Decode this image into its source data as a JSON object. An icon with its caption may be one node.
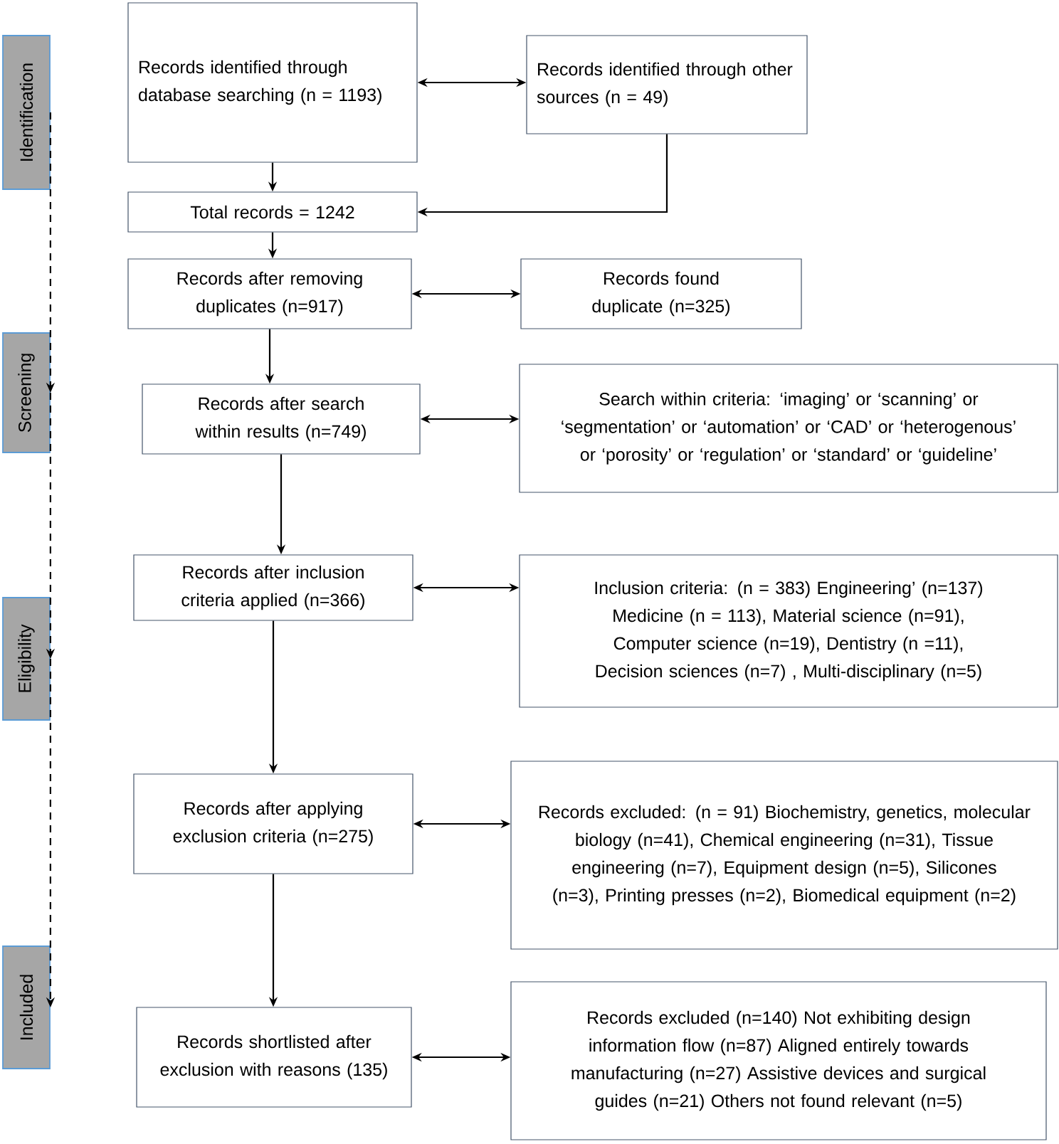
{
  "diagram": {
    "nodes": [
      {
        "text": [
          "Identification"
        ]
      },
      {
        "text": [
          "Screening"
        ]
      },
      {
        "text": [
          "Eligibility"
        ]
      },
      {
        "text": [
          "Included"
        ]
      },
      {
        "text": [
          "Records identified through database searching (n = 1193)"
        ]
      },
      {
        "text": [
          "Records identified through other sources (n = 49)"
        ]
      },
      {
        "text": [
          "Total records = 1242"
        ]
      },
      {
        "text": [
          "Records after removing duplicates (n=917)"
        ]
      },
      {
        "text": [
          "Records found duplicate (n=325)"
        ]
      },
      {
        "text": [
          "Records after search within results (n=749)"
        ]
      },
      {
        "text": [
          "Search within criteria: ‘imaging’ or ‘scanning’ or ‘segmentation’ or ‘automation’ or ‘CAD’ or ‘heterogenous’ or ‘porosity’ or ‘regulation’ or ‘standard’ or ‘guideline’"
        ]
      },
      {
        "text": [
          "Records after inclusion criteria applied (n=366)"
        ]
      },
      {
        "text": [
          "Inclusion criteria: (n = 383) Engineering’ (n=137) Medicine (n = 113), Material science (n=91), Computer science (n=19), Dentistry (n =11), Decision sciences (n=7) , Multi-disciplinary (n=5)"
        ]
      },
      {
        "text": [
          "Records after applying exclusion criteria (n=275)"
        ]
      },
      {
        "text": [
          "Records excluded: (n = 91) Biochemistry, genetics, molecular biology (n=41), Chemical engineering (n=31), Tissue engineering (n=7), Equipment design (n=5), Silicones (n=3), Printing presses (n=2), Biomedical equipment (n=2)"
        ]
      },
      {
        "text": [
          "Records  shortlisted after exclusion with reasons (135)"
        ]
      },
      {
        "text": [
          "Records excluded (n=140) Not exhibiting design information flow (n=87) Aligned entirely towards manufacturing (n=27) Assistive devices and surgical guides (n=21) Others not found relevant (n=5)"
        ]
      }
    ],
    "edges": [
      {
        "from": 0,
        "to": 1,
        "arrow": "to",
        "style": "dashed"
      },
      {
        "from": 1,
        "to": 2,
        "arrow": "to",
        "style": "dashed"
      },
      {
        "from": 2,
        "to": 3,
        "arrow": "to",
        "style": "dashed"
      },
      {
        "from": 4,
        "to": 5,
        "arrow": "both"
      },
      {
        "from": 4,
        "to": 6,
        "arrow": "to"
      },
      {
        "from": 5,
        "to": 6,
        "arrow": "to"
      },
      {
        "from": 6,
        "to": 7,
        "arrow": "to"
      },
      {
        "from": 7,
        "to": 8,
        "arrow": "both"
      },
      {
        "from": 7,
        "to": 9,
        "arrow": "to"
      },
      {
        "from": 9,
        "to": 10,
        "arrow": "both"
      },
      {
        "from": 9,
        "to": 11,
        "arrow": "to"
      },
      {
        "from": 11,
        "to": 12,
        "arrow": "both"
      },
      {
        "from": 11,
        "to": 13,
        "arrow": "to"
      },
      {
        "from": 13,
        "to": 14,
        "arrow": "both"
      },
      {
        "from": 13,
        "to": 15,
        "arrow": "to"
      },
      {
        "from": 15,
        "to": 16,
        "arrow": "both"
      }
    ]
  }
}
